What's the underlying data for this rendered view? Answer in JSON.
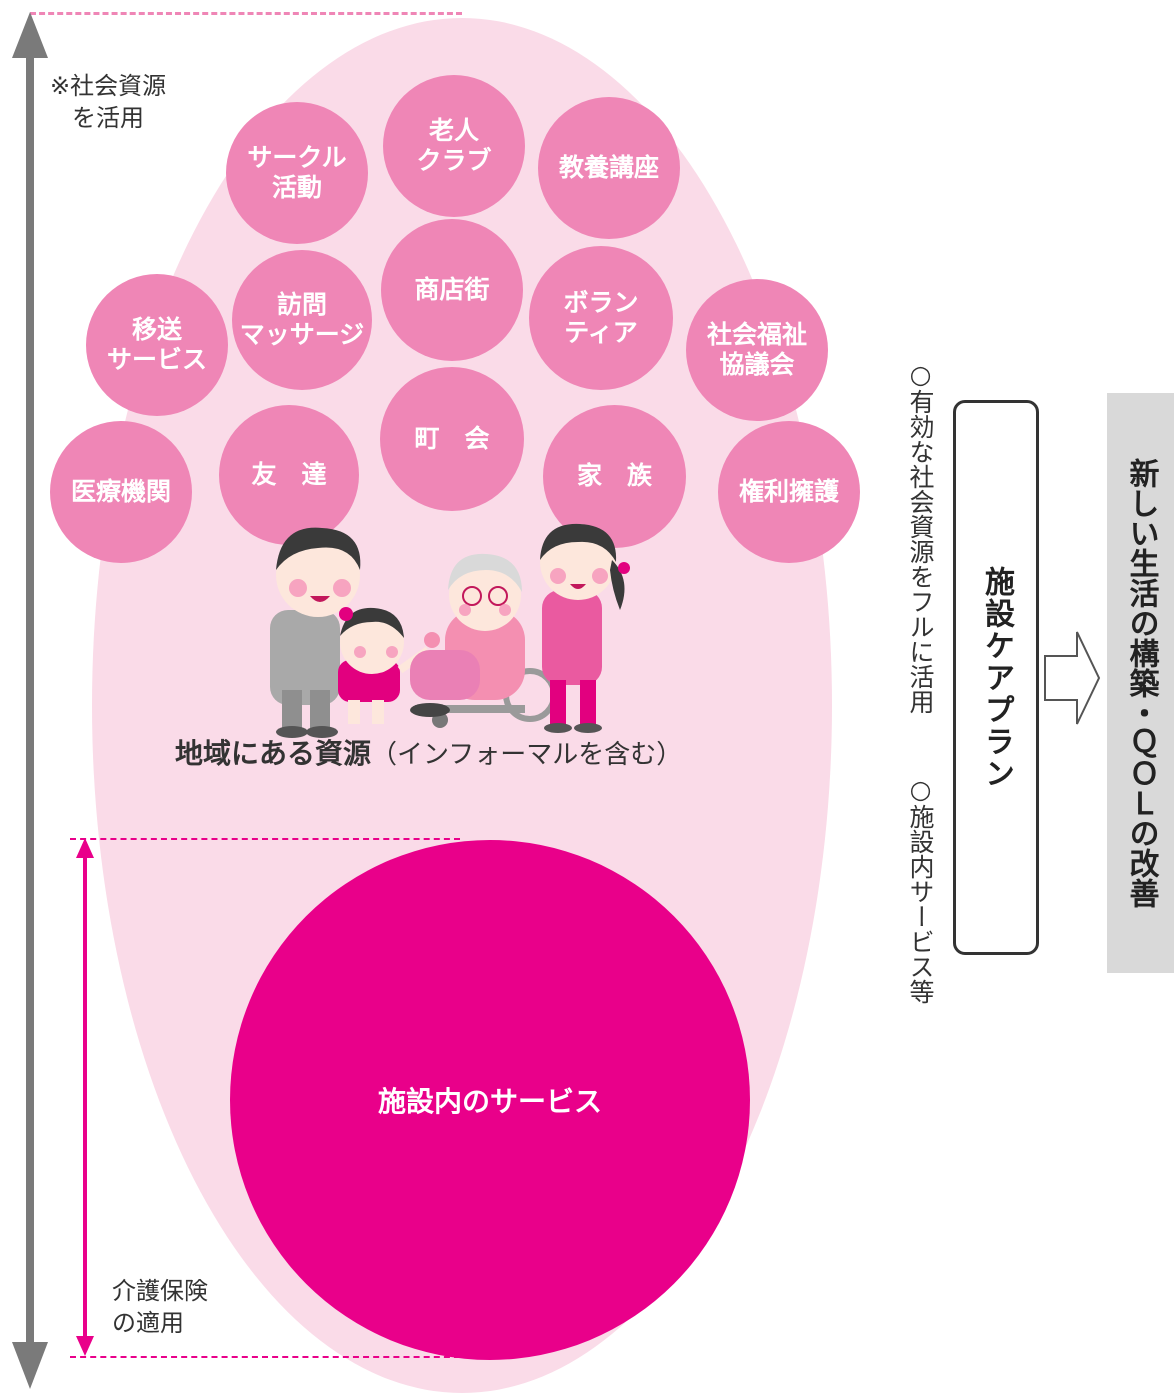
{
  "colors": {
    "ellipse_bg": "#fadbe8",
    "bubble": "#ef86b6",
    "inner_circle": "#e9008a",
    "arrow_gray": "#7a7a7a",
    "pink_line": "#e9008a",
    "result_box": "#d9d9d9"
  },
  "left_note": "※社会資源\nを活用",
  "bottom_note": "介護保険\nの適用",
  "bubbles": [
    {
      "label": "老人\nクラブ"
    },
    {
      "label": "サークル\n活動"
    },
    {
      "label": "教養講座"
    },
    {
      "label": "商店街"
    },
    {
      "label": "訪問\nマッサージ"
    },
    {
      "label": "ボラン\nティア"
    },
    {
      "label": "移送\nサービス"
    },
    {
      "label": "社会福祉\n協議会"
    },
    {
      "label": "町　会"
    },
    {
      "label": "友　達"
    },
    {
      "label": "家　族"
    },
    {
      "label": "医療機関"
    },
    {
      "label": "権利擁護"
    }
  ],
  "resource_caption": {
    "bold": "地域にある資源",
    "normal": "（インフォーマルを含む）"
  },
  "inner_service": "施設内のサービス",
  "side_notes": {
    "first": "○有効な社会資源をフルに活用",
    "second": "○施設内サービス等"
  },
  "care_plan": "施設ケアプラン",
  "result": "新しい生活の構築・ＱＯＬの改善",
  "icons": {
    "illustration": "family-with-elder-in-wheelchair-illustration"
  }
}
